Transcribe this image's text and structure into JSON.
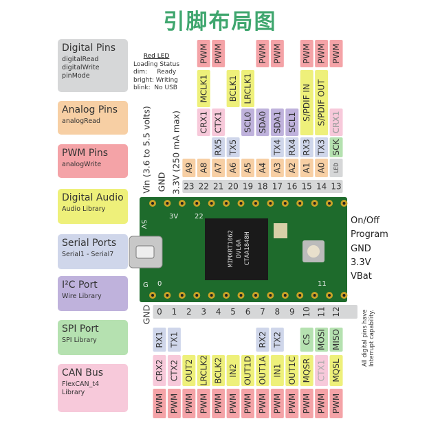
{
  "title": "引脚布局图",
  "legend": [
    {
      "title": "Digital Pins",
      "sub": "digitalRead\ndigitalWrite\npinMode",
      "color": "#d6d7d8"
    },
    {
      "title": "Analog Pins",
      "sub": "analogRead",
      "color": "#f7cfa4"
    },
    {
      "title": "PWM Pins",
      "sub": "analogWrite",
      "color": "#f4a3a7"
    },
    {
      "title": "Digital Audio",
      "sub": "Audio Library",
      "color": "#eef07a"
    },
    {
      "title": "Serial Ports",
      "sub": "Serial1 - Serial7",
      "color": "#cfd6ea"
    },
    {
      "title": "I²C Port",
      "sub": "Wire Library",
      "color": "#bfb2dc"
    },
    {
      "title": "SPI Port",
      "sub": "SPI Library",
      "color": "#b5e1b0"
    },
    {
      "title": "CAN Bus",
      "sub": "FlexCAN_t4\nLibrary",
      "color": "#f7c9da"
    }
  ],
  "red_led_note": {
    "heading": "Red LED",
    "lines": [
      "Loading Status",
      "dim:     Ready",
      "bright: Writing",
      "blink:  No USB"
    ]
  },
  "power_labels": {
    "vin": "Vin (3.6 to 5.5 volts)",
    "gnd": "GND",
    "v33": "3.3V (250 mA max)"
  },
  "bottom_gnd": "GND",
  "right_labels": [
    "On/Off",
    "Program",
    "GND",
    "3.3V",
    "VBat"
  ],
  "interrupt_note": "All digital pins have Interrupt capability.",
  "top_numbers": [
    "23",
    "22",
    "21",
    "20",
    "19",
    "18",
    "17",
    "16",
    "15",
    "14",
    "13"
  ],
  "bottom_numbers": [
    "0",
    "1",
    "2",
    "3",
    "4",
    "5",
    "6",
    "7",
    "8",
    "9",
    "10",
    "11",
    "12"
  ],
  "top_analog": [
    "A9",
    "A8",
    "A7",
    "A6",
    "A5",
    "A4",
    "A3",
    "A2",
    "A1",
    "A0"
  ],
  "top_led": "LED",
  "top_serial": [
    "RX5",
    "TX5",
    "TX4",
    "RX4",
    "RX3",
    "TX3"
  ],
  "top_sck": "SCK",
  "top_i2c": [
    "SCL0",
    "SDA0",
    "SDA1",
    "SCL1"
  ],
  "top_can": [
    "CRX1",
    "CTX1"
  ],
  "top_can_right": "CRX1",
  "top_audio_low": [
    "MCLK1",
    "BCLK1",
    "LRCLK1"
  ],
  "top_audio_high": [
    "S/PDIF IN",
    "S/PDIF OUT"
  ],
  "top_pwm": "PWM",
  "bottom_serial": [
    "RX1",
    "TX1",
    "RX2",
    "TX2"
  ],
  "bottom_spi": [
    "CS",
    "MOSI",
    "MISO"
  ],
  "bottom_audio": [
    "OUT2",
    "LRCLK2",
    "BCLK2",
    "IN2",
    "OUT1D",
    "OUT1A",
    "IN1",
    "OUT1C",
    "MQSR",
    "MQSL"
  ],
  "bottom_can": [
    "CRX2",
    "CTX2",
    "CTX1"
  ],
  "bottom_pwm": "PWM",
  "chip": {
    "l1": "MIMXRT1062",
    "l2": "DVL6A",
    "l3": "CTAA1848H"
  },
  "board_marks": {
    "g": "G",
    "v": "3V",
    "n0": "0",
    "n22": "22",
    "n11": "11",
    "n5v": "5V"
  },
  "colors": {
    "pwm": "#f4a3a7",
    "analog": "#f7cfa4",
    "digital": "#d6d7d8",
    "audio": "#eef07a",
    "serial": "#cfd6ea",
    "i2c": "#bfb2dc",
    "spi": "#b5e1b0",
    "can": "#f7c9da",
    "board": "#1e6b2c",
    "title": "#3fa66e"
  }
}
